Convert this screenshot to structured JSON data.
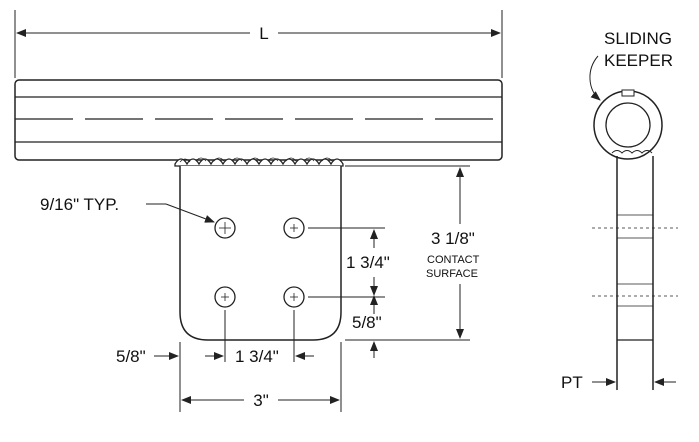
{
  "diagram": {
    "labels": {
      "length": "L",
      "hole_size": "9/16\" TYP.",
      "hole_spacing_vertical": "1 3/4\"",
      "contact_height": "3 1/8\"",
      "contact_line1": "CONTACT",
      "contact_line2": "SURFACE",
      "edge_offset_vertical": "5/8\"",
      "edge_offset_horizontal": "5/8\"",
      "hole_spacing_horizontal": "1 3/4\"",
      "plate_width": "3\"",
      "keeper_line1": "SLIDING",
      "keeper_line2": "KEEPER",
      "plate_thickness": "PT"
    },
    "colors": {
      "line": "#222222",
      "background": "#ffffff"
    }
  }
}
